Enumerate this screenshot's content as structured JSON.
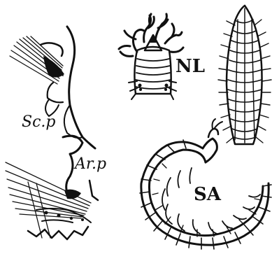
{
  "figure": {
    "labels": {
      "scp": "Sc.p",
      "nl": "NL",
      "arp": "Ar.p",
      "sa": "SA"
    }
  },
  "colors": {
    "ink": "#111111",
    "paper": "#ffffff"
  }
}
